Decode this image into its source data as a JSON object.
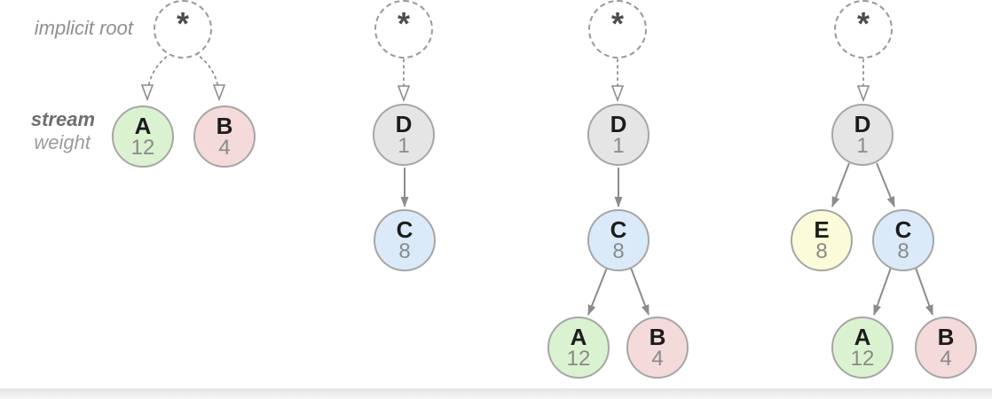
{
  "diagram": {
    "labels": {
      "implicit_root": "implicit root",
      "stream": "stream",
      "weight": "weight"
    },
    "root_symbol": "*",
    "colors": {
      "node_green": "#daf2d0",
      "node_pink": "#f5dada",
      "node_blue": "#dbeaf8",
      "node_gray": "#e5e5e5",
      "node_yellow": "#fbfbd9",
      "node_border": "#a6a6a6",
      "edge": "#8c8c8c",
      "label_text": "#8f8f8f"
    },
    "trees": [
      {
        "nodes": [
          {
            "letter": "A",
            "weight": "12",
            "color": "green"
          },
          {
            "letter": "B",
            "weight": "4",
            "color": "pink"
          }
        ],
        "edges": [
          {
            "from": "*",
            "to": "A",
            "style": "dashed"
          },
          {
            "from": "*",
            "to": "B",
            "style": "dashed"
          }
        ]
      },
      {
        "nodes": [
          {
            "letter": "D",
            "weight": "1",
            "color": "gray"
          },
          {
            "letter": "C",
            "weight": "8",
            "color": "blue"
          }
        ],
        "edges": [
          {
            "from": "*",
            "to": "D",
            "style": "dashed"
          },
          {
            "from": "D",
            "to": "C",
            "style": "solid"
          }
        ]
      },
      {
        "nodes": [
          {
            "letter": "D",
            "weight": "1",
            "color": "gray"
          },
          {
            "letter": "C",
            "weight": "8",
            "color": "blue"
          },
          {
            "letter": "A",
            "weight": "12",
            "color": "green"
          },
          {
            "letter": "B",
            "weight": "4",
            "color": "pink"
          }
        ],
        "edges": [
          {
            "from": "*",
            "to": "D",
            "style": "dashed"
          },
          {
            "from": "D",
            "to": "C",
            "style": "solid"
          },
          {
            "from": "C",
            "to": "A",
            "style": "solid"
          },
          {
            "from": "C",
            "to": "B",
            "style": "solid"
          }
        ]
      },
      {
        "nodes": [
          {
            "letter": "D",
            "weight": "1",
            "color": "gray"
          },
          {
            "letter": "E",
            "weight": "8",
            "color": "yellow"
          },
          {
            "letter": "C",
            "weight": "8",
            "color": "blue"
          },
          {
            "letter": "A",
            "weight": "12",
            "color": "green"
          },
          {
            "letter": "B",
            "weight": "4",
            "color": "pink"
          }
        ],
        "edges": [
          {
            "from": "*",
            "to": "D",
            "style": "dashed"
          },
          {
            "from": "D",
            "to": "E",
            "style": "solid"
          },
          {
            "from": "D",
            "to": "C",
            "style": "solid"
          },
          {
            "from": "C",
            "to": "A",
            "style": "solid"
          },
          {
            "from": "C",
            "to": "B",
            "style": "solid"
          }
        ]
      }
    ]
  }
}
